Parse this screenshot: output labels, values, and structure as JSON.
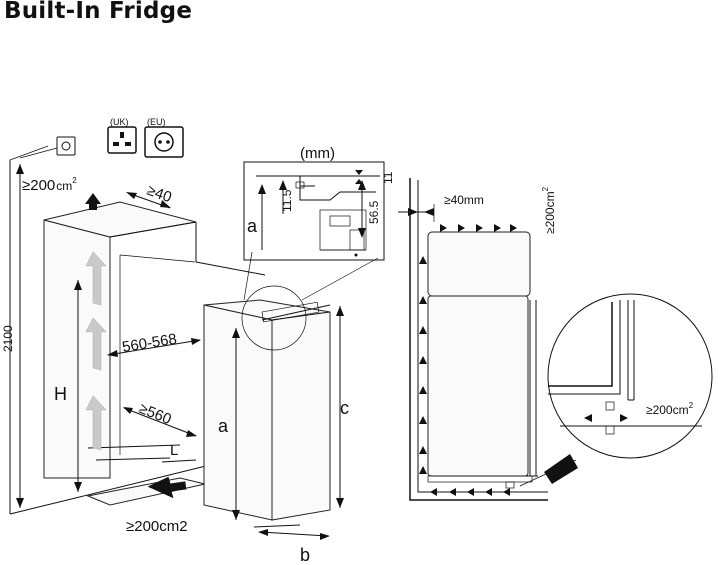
{
  "title": "Built-In Fridge",
  "sockets": {
    "uk_label": "(UK)",
    "eu_label": "(EU)"
  },
  "labels": {
    "vent_top_left_num": "≥200",
    "vent_top_left_unit": "cm",
    "vent_top_left_sup": "2",
    "gap_top": "≥40",
    "height_total": "2100",
    "niche_width": "560-568",
    "niche_depth": "≥560",
    "H": "H",
    "L": "L",
    "vent_bottom": "≥200cm2",
    "a": "a",
    "b": "b",
    "c": "c"
  },
  "detail": {
    "unit": "(mm)",
    "a": "a",
    "dim_11_5": "11.5",
    "dim_56_5": "56.5",
    "dim_11": "11"
  },
  "side_view": {
    "gap": "≥40mm",
    "vent_top_num": "≥200cm",
    "vent_top_sup": "2",
    "vent_zoom_num": "≥200cm",
    "vent_zoom_sup": "2"
  }
}
